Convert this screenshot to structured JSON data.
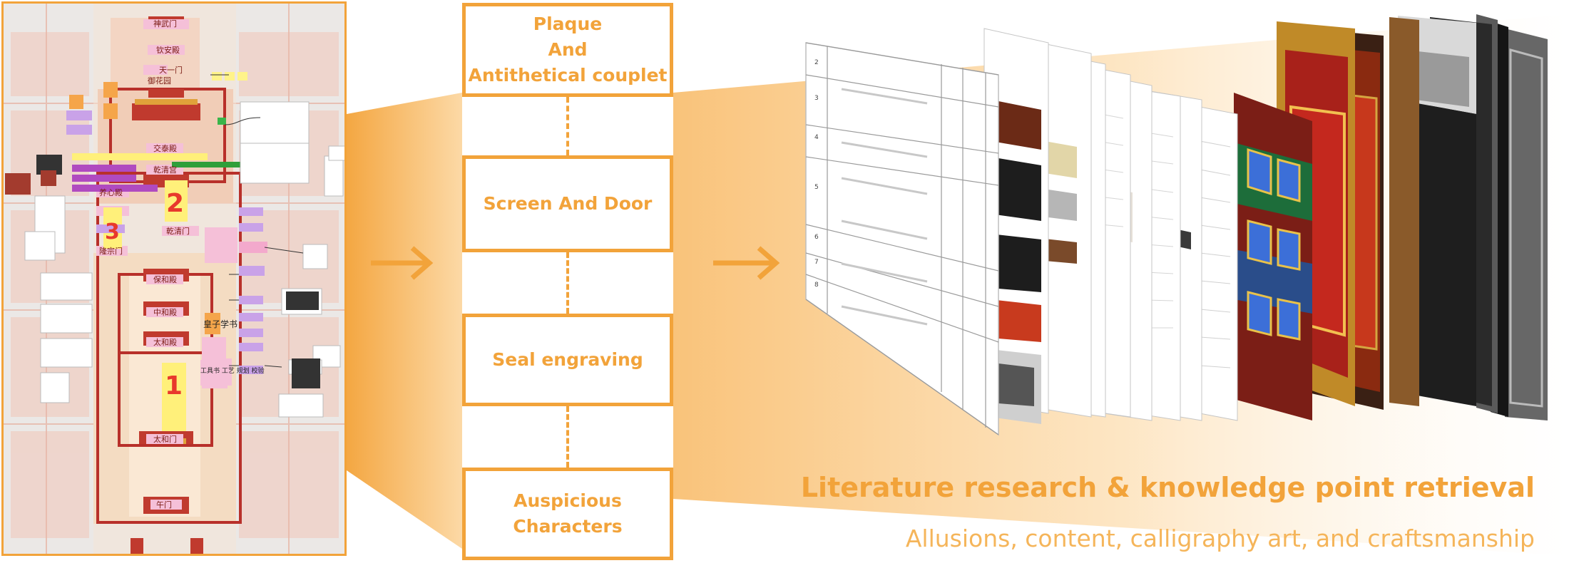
{
  "categories": [
    {
      "label": "Plaque\nAnd\nAntithetical couplet"
    },
    {
      "label": "Screen And Door"
    },
    {
      "label": "Seal engraving"
    },
    {
      "label": "Auspicious\nCharacters"
    }
  ],
  "zone_numbers": [
    "1",
    "2",
    "3"
  ],
  "gate_labels": [
    "神武门",
    "钦安殿",
    "天一门",
    "御花园",
    "交泰殿",
    "乾清宫",
    "养心殿",
    "乾清门",
    "隆宗门",
    "保和殿",
    "中和殿",
    "太和殿",
    "太和门",
    "午门"
  ],
  "annotations": [
    "皇子学书",
    "工具书 工艺 规划 校验"
  ],
  "heading": "Literature research & knowledge point retrieval",
  "subheading": "Allusions, content, calligraphy art, and craftsmanship",
  "table_row_numbers": [
    "2",
    "3",
    "4",
    "5",
    "6",
    "7",
    "8"
  ],
  "colors": {
    "accent": "#f2a33a",
    "accent_light": "#fde4bf",
    "palace_red": "#b8302a"
  }
}
